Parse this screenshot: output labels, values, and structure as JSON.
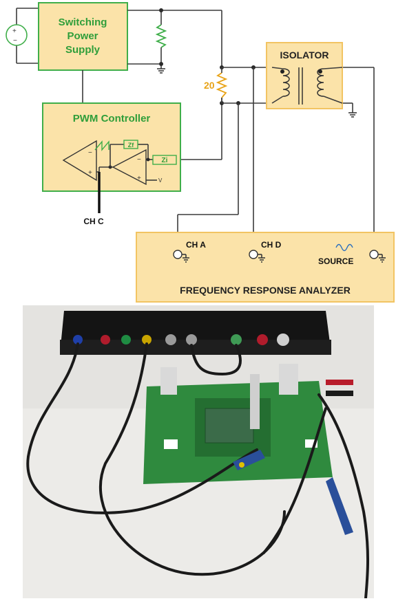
{
  "blocks": {
    "power_supply": [
      "Switching",
      "Power",
      "Supply"
    ],
    "pwm_controller": "PWM Controller",
    "isolator": "ISOLATOR",
    "analyzer": "FREQUENCY RESPONSE ANALYZER"
  },
  "components": {
    "injection_resistor": "20",
    "zf": "Zf",
    "zi": "Zi",
    "vref": "V"
  },
  "channels": {
    "ch_c": "CH C",
    "ch_a": "CH A",
    "ch_d": "CH D",
    "source": "SOURCE"
  },
  "colors": {
    "block_fill": "#fbe3a9",
    "block_border_green": "#3fae49",
    "block_border_gold": "#f2c462",
    "green_text": "#2f9e3a",
    "resistor_gold": "#e8a317",
    "wire": "#3a3a3a"
  }
}
